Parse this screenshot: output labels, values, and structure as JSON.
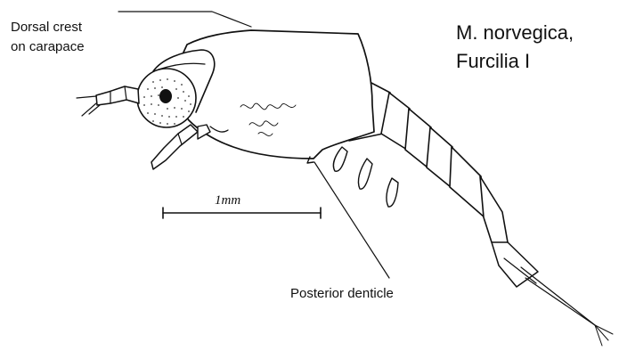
{
  "figure": {
    "species_line1": "M. norvegica,",
    "species_line2": "Furcilia I"
  },
  "labels": {
    "dorsal_crest_line1": "Dorsal crest",
    "dorsal_crest_line2": "on carapace",
    "posterior_denticle": "Posterior denticle"
  },
  "scale_bar": {
    "label": "1mm",
    "length_mm": 1
  }
}
